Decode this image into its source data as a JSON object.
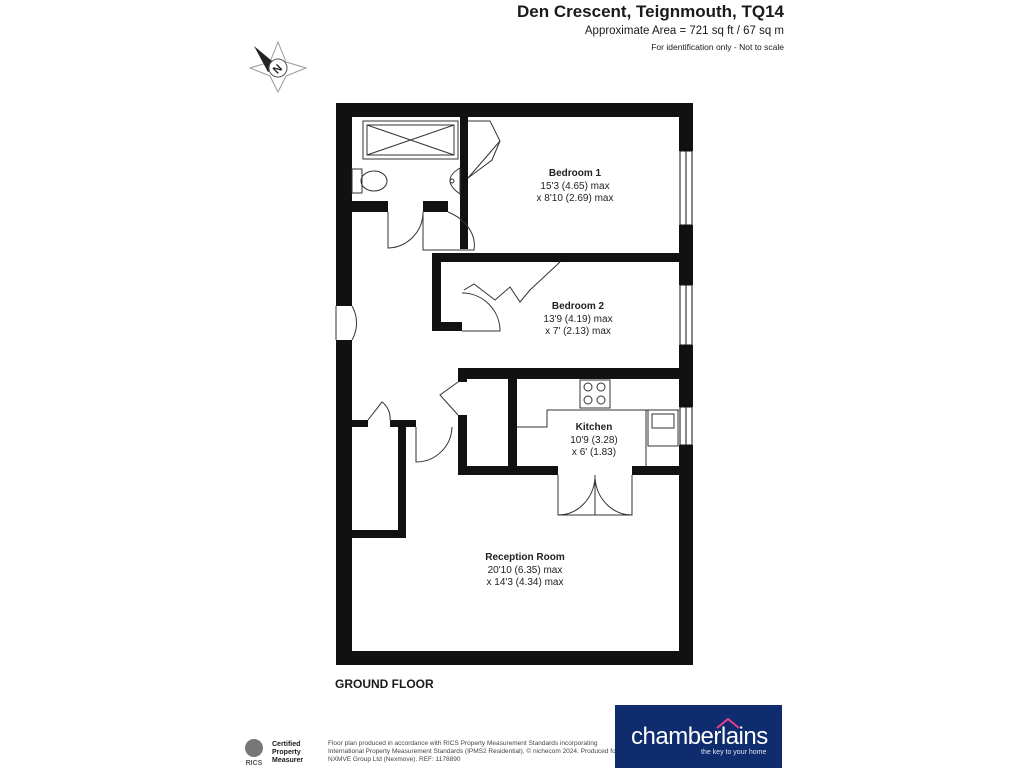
{
  "header": {
    "title": "Den Crescent, Teignmouth, TQ14",
    "area": "Approximate Area = 721 sq ft / 67 sq m",
    "note": "For identification only - Not to scale"
  },
  "compass": {
    "label": "N"
  },
  "rooms": {
    "bedroom1": {
      "name": "Bedroom 1",
      "dim1": "15'3 (4.65) max",
      "dim2": "x 8'10 (2.69) max"
    },
    "bedroom2": {
      "name": "Bedroom 2",
      "dim1": "13'9 (4.19) max",
      "dim2": "x 7' (2.13) max"
    },
    "kitchen": {
      "name": "Kitchen",
      "dim1": "10'9 (3.28)",
      "dim2": "x 6' (1.83)"
    },
    "reception": {
      "name": "Reception Room",
      "dim1": "20'10 (6.35) max",
      "dim2": "x 14'3 (4.34) max"
    }
  },
  "floor_label": "GROUND FLOOR",
  "footer": {
    "rics_badge": "RICS",
    "rics_line1": "Certified",
    "rics_line2": "Property",
    "rics_line3": "Measurer",
    "disclaimer": "Floor plan produced in accordance with RICS Property Measurement Standards incorporating International Property Measurement Standards (IPMS2 Residential). © nichecom 2024. Produced for NXMVE Group Ltd (Nexmove). REF: 1178890",
    "logo_name": "chamberlains",
    "logo_tagline": "the key to your home",
    "logo_color": "#0f2d6e"
  }
}
